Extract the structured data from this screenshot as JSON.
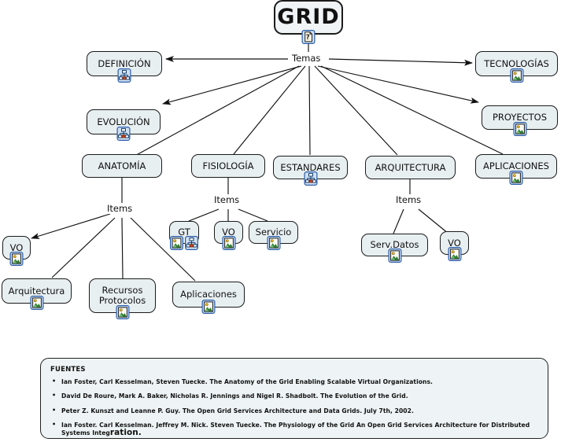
{
  "map": {
    "title": "GRID",
    "root": {
      "label": "GRID",
      "icons": [
        "document-question-icon"
      ]
    },
    "link_labels": [
      {
        "id": "temas",
        "label": "Temas"
      },
      {
        "id": "items-anat",
        "label": "Items"
      },
      {
        "id": "items-fisio",
        "label": "Items"
      },
      {
        "id": "items-arq",
        "label": "Items"
      }
    ],
    "nodes": [
      {
        "id": "definicion",
        "label": "DEFINICIÓN",
        "icons": [
          "hierarchy-icon"
        ]
      },
      {
        "id": "tecnologias",
        "label": "TECNOLOGÍAS",
        "icons": [
          "image-icon"
        ]
      },
      {
        "id": "evolucion",
        "label": "EVOLUCIÓN",
        "icons": [
          "hierarchy-icon"
        ]
      },
      {
        "id": "proyectos",
        "label": "PROYECTOS",
        "icons": [
          "image-icon"
        ]
      },
      {
        "id": "anatomia",
        "label": "ANATOMÍA",
        "icons": []
      },
      {
        "id": "fisiologia",
        "label": "FISIOLOGÍA",
        "icons": []
      },
      {
        "id": "estandares",
        "label": "ESTANDARES",
        "icons": [
          "hierarchy-icon"
        ]
      },
      {
        "id": "arquitectura",
        "label": "ARQUITECTURA",
        "icons": []
      },
      {
        "id": "aplicaciones-top",
        "label": "APLICACIONES",
        "icons": [
          "image-icon"
        ]
      },
      {
        "id": "vo-anat",
        "label": "VO",
        "icons": [
          "image-icon"
        ]
      },
      {
        "id": "gt",
        "label": "GT",
        "icons": [
          "image-icon",
          "hierarchy-icon"
        ]
      },
      {
        "id": "vo-fisio",
        "label": "VO",
        "icons": [
          "image-icon"
        ]
      },
      {
        "id": "servicio",
        "label": "Servicio",
        "icons": [
          "image-icon"
        ]
      },
      {
        "id": "serv-datos",
        "label": "Serv.Datos",
        "icons": [
          "image-icon"
        ]
      },
      {
        "id": "vo-arq",
        "label": "VO",
        "icons": [
          "image-icon"
        ]
      },
      {
        "id": "arquitectura-sub",
        "label": "Arquitectura",
        "icons": [
          "image-icon"
        ]
      },
      {
        "id": "recursos",
        "label": "Recursos\nProtocolos",
        "line1": "Recursos",
        "line2": "Protocolos",
        "icons": [
          "image-icon"
        ]
      },
      {
        "id": "aplicaciones-sub",
        "label": "Aplicaciones",
        "icons": [
          "image-icon"
        ]
      }
    ]
  },
  "sources": {
    "heading": "FUENTES",
    "items": [
      "Ian Foster, Carl Kesselman, Steven Tuecke. The Anatomy of the Grid Enabling Scalable Virtual Organizations.",
      "David De Roure, Mark A. Baker, Nicholas R. Jennings and Nigel R. Shadbolt. The Evolution of the Grid.",
      "Peter Z. Kunszt and Leanne P. Guy. The Open Grid Services Architecture and Data Grids. July 7th, 2002.",
      "Ian Foster. Carl Kesselman. Jeffrey M. Nick. Steven Tuecke. The Physiology of the Grid An Open Grid Services Architecture for Distributed Systems Integ",
      "ration."
    ]
  },
  "colors": {
    "node_fill": "#e8eff1",
    "node_border": "#1b1b1b",
    "sources_fill": "#eef4f5",
    "page_background": "#ffffff",
    "icon_frame": "#2a5caa"
  }
}
